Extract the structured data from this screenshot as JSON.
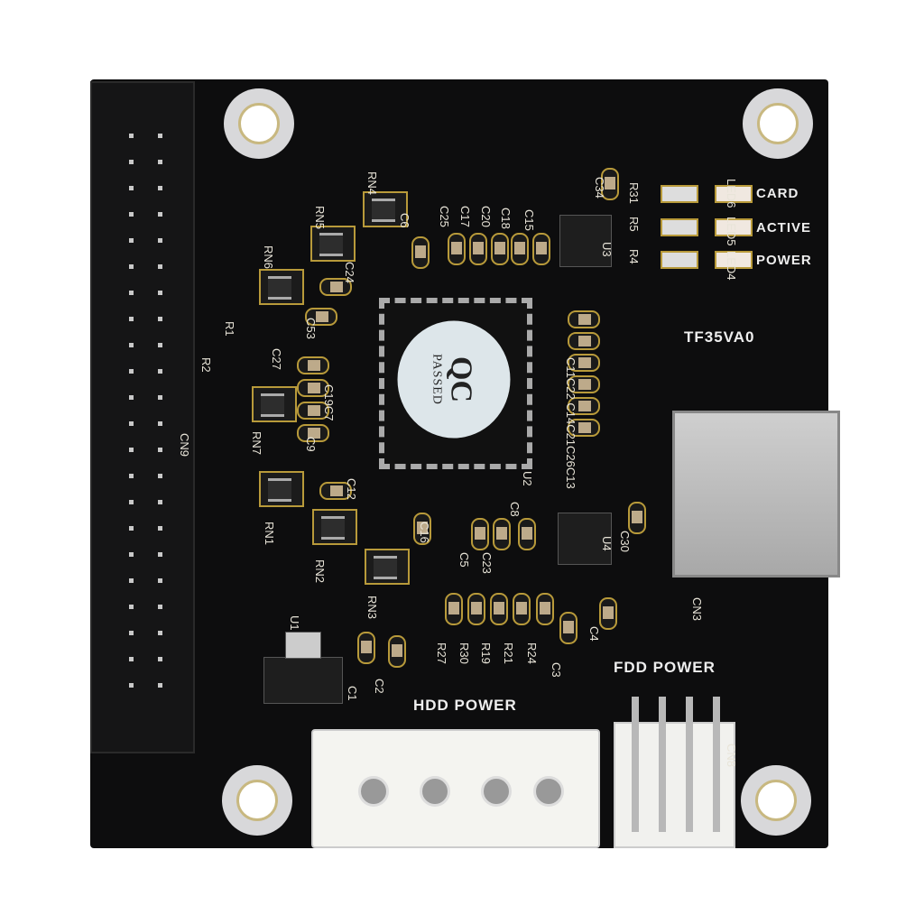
{
  "board": {
    "model": "TF35VA0",
    "sticker": {
      "line1": "QC",
      "line2": "PASSED"
    },
    "led_labels": [
      "CARD",
      "ACTIVE",
      "POWER"
    ],
    "hdd_power_label": "HDD POWER",
    "fdd_power_label": "FDD POWER",
    "refs": {
      "rn4": "RN4",
      "rn5": "RN5",
      "rn6": "RN6",
      "rn7": "RN7",
      "rn1": "RN1",
      "rn2": "RN2",
      "rn3": "RN3",
      "r1": "R1",
      "r2": "R2",
      "c6": "C6",
      "c24": "C24",
      "c53": "C53",
      "c27": "C27",
      "c7": "C19C7",
      "c9": "C9",
      "c12": "C12",
      "c16": "C16",
      "c25": "C25",
      "c17": "C17",
      "c20": "C20",
      "c18": "C18",
      "c15": "C15",
      "c34": "C34",
      "u3": "U3",
      "r31": "R31",
      "r5": "R5",
      "r4": "R4",
      "led6": "LED6",
      "led5": "LED5",
      "led4": "LED4",
      "ccol": "C11C22 C14C21C26C13",
      "u2": "U2",
      "c8": "C8",
      "c5": "C5",
      "c23": "C23",
      "u4": "U4",
      "c30": "C30",
      "cn3": "CN3",
      "cn8": "CN8",
      "cn9": "CN9",
      "u1": "U1",
      "c1": "C1",
      "c2": "C2",
      "r27": "R27",
      "r30": "R30",
      "r19": "R19",
      "r21": "R21",
      "r24": "R24",
      "c3": "C3",
      "c4": "C4"
    }
  }
}
